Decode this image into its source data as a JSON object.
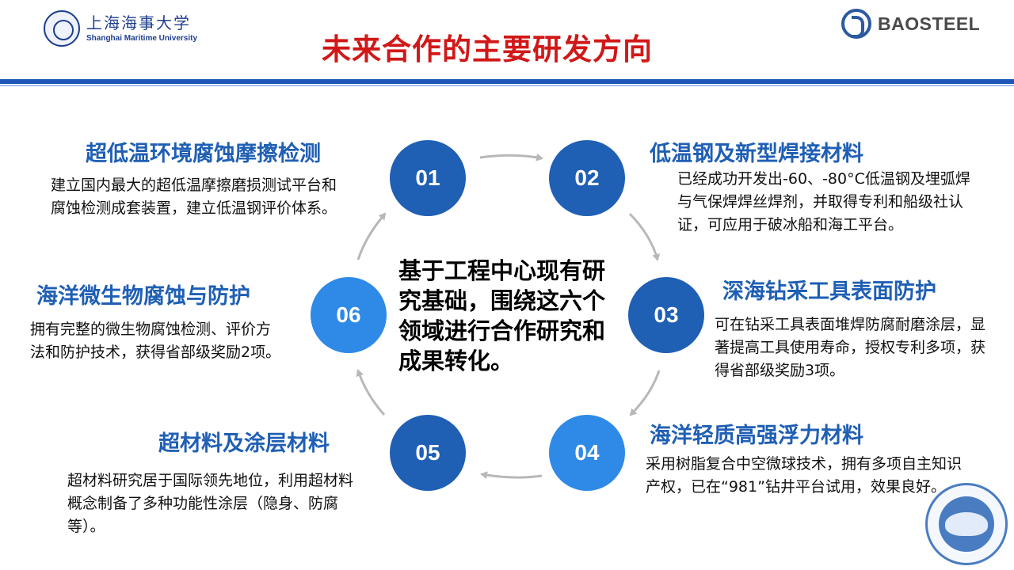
{
  "header": {
    "university_cn": "上海海事大学",
    "university_en": "Shanghai Maritime University",
    "title": "未来合作的主要研发方向",
    "partner": "BAOSTEEL"
  },
  "center": {
    "text": "基于工程中心现有研究基础，围绕这六个领域进行合作研究和成果转化。"
  },
  "sections": [
    {
      "number": "01",
      "title": "超低温环境腐蚀摩擦检测",
      "body": "建立国内最大的超低温摩擦磨损测试平台和腐蚀检测成套装置，建立低温钢评价体系。"
    },
    {
      "number": "02",
      "title": "低温钢及新型焊接材料",
      "body": "已经成功开发出-60、-80°C低温钢及埋弧焊与气保焊焊丝焊剂，并取得专利和船级社认证，可应用于破冰船和海工平台。"
    },
    {
      "number": "03",
      "title": "深海钻采工具表面防护",
      "body": "可在钻采工具表面堆焊防腐耐磨涂层，显著提高工具使用寿命，授权专利多项，获得省部级奖励3项。"
    },
    {
      "number": "04",
      "title": "海洋轻质高强浮力材料",
      "body": "采用树脂复合中空微球技术，拥有多项自主知识产权，已在“981”钻井平台试用，效果良好。"
    },
    {
      "number": "05",
      "title": "超材料及涂层材料",
      "body": "超材料研究居于国际领先地位，利用超材料概念制备了多种功能性涂层（隐身、防腐等）。"
    },
    {
      "number": "06",
      "title": "海洋微生物腐蚀与防护",
      "body": "拥有完整的微生物腐蚀检测、评价方法和防护技术，获得省部级奖励2项。"
    }
  ],
  "colors": {
    "title_red": "#d11818",
    "accent_blue": "#1f5fb4",
    "light_blue": "#2e8ae6",
    "arrow_gray": "#b8b8b8"
  }
}
